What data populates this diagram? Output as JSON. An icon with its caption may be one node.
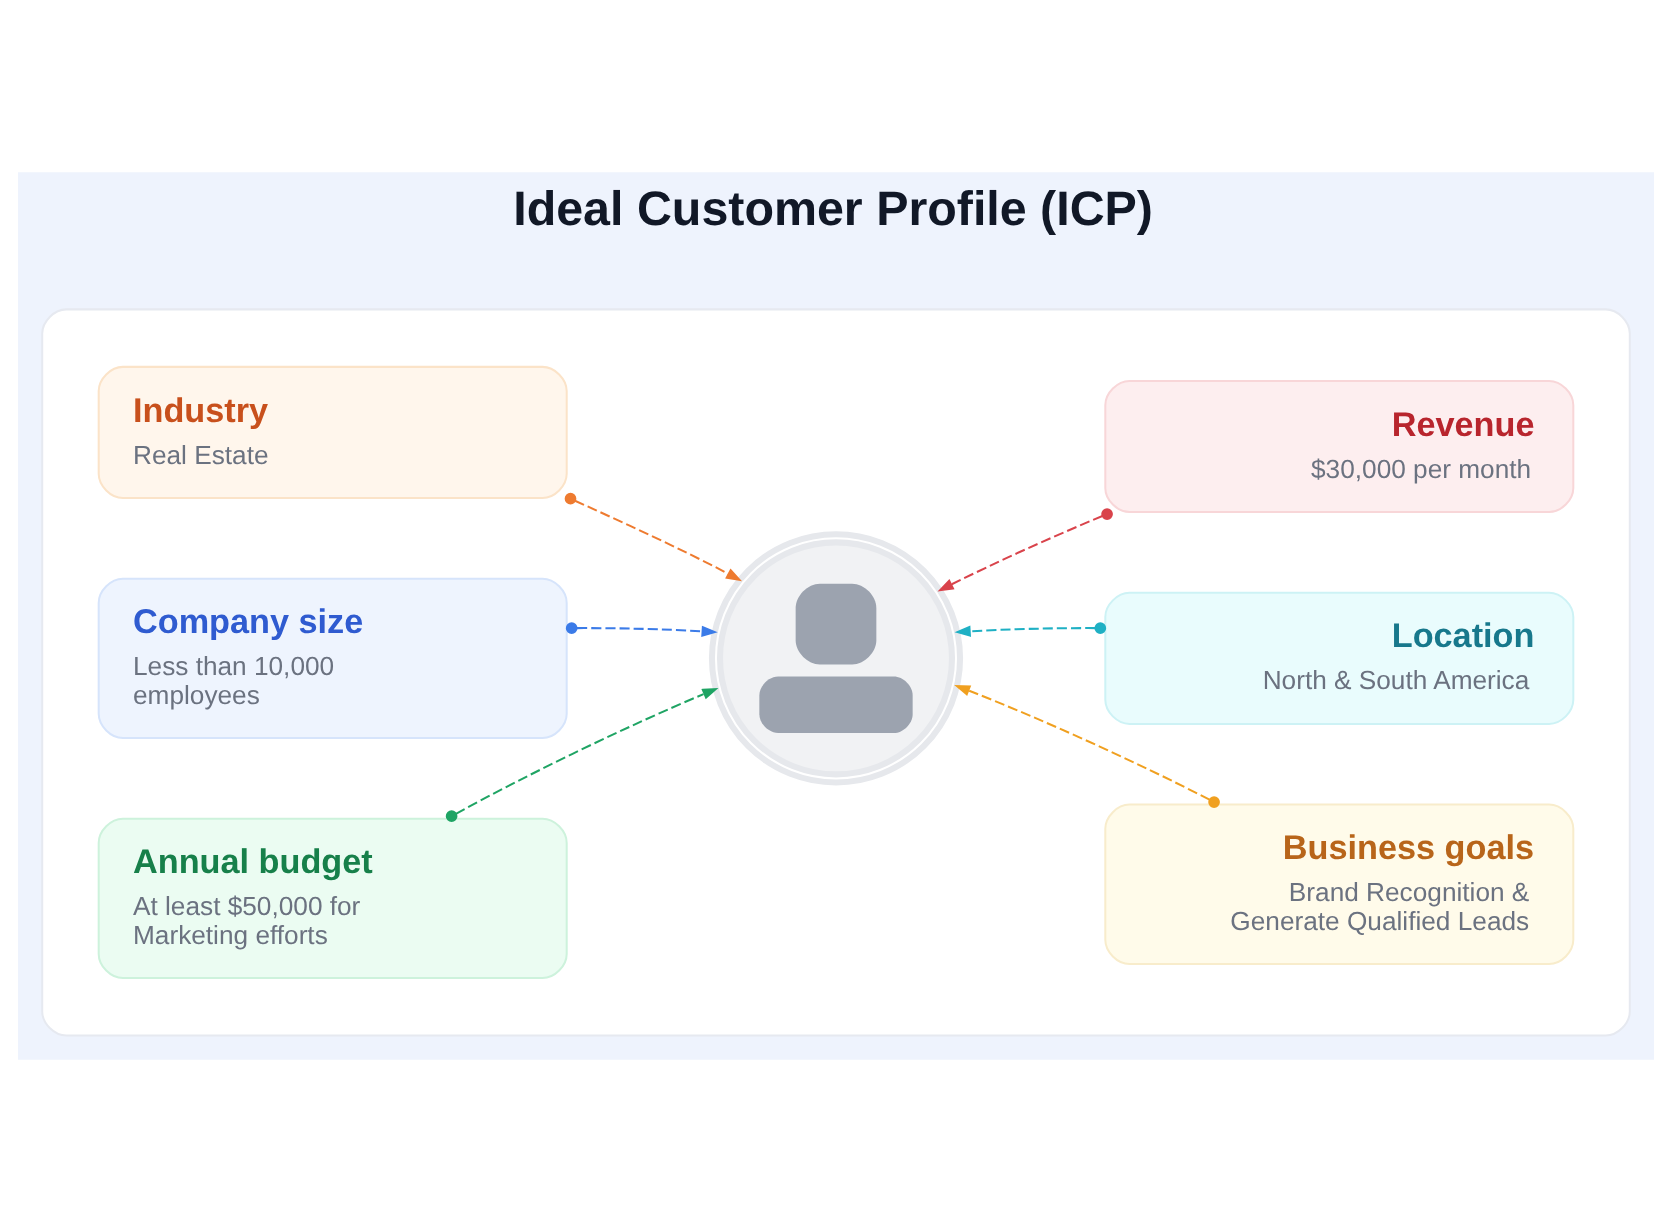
{
  "diagram": {
    "title": "Ideal Customer Profile (ICP)",
    "nodes": [
      {
        "text": [],
        "shape": "box"
      },
      {
        "text": [
          "Industry",
          "Real Estate"
        ],
        "in": 0
      },
      {
        "text": [
          "Revenue",
          "$30,000 per month"
        ],
        "in": 0
      },
      {
        "text": [
          "Company size",
          "Less than 10,000 employees"
        ],
        "in": 0
      },
      {
        "text": [],
        "shape": "person",
        "in": 0
      },
      {
        "text": [
          "Location",
          "North & South America"
        ],
        "in": 0
      },
      {
        "text": [
          "Annual budget",
          "At least $50,000 for Marketing efforts"
        ],
        "in": 0
      },
      {
        "text": [
          "Business goals",
          "Brand Recognition & Generate Qualified Leads"
        ],
        "in": 0
      }
    ],
    "edges": [
      {
        "from": 1,
        "to": 4,
        "arrow": "to",
        "style": "dashed",
        "color": "#ee7b30"
      },
      {
        "from": 2,
        "to": 4,
        "arrow": "to",
        "style": "dashed",
        "color": "#d9434b"
      },
      {
        "from": 3,
        "to": 4,
        "arrow": "to",
        "style": "dashed",
        "color": "#3b7be8"
      },
      {
        "from": 5,
        "to": 4,
        "arrow": "to",
        "style": "dashed",
        "color": "#1fb0c4"
      },
      {
        "from": 6,
        "to": 4,
        "arrow": "to",
        "style": "dashed",
        "color": "#1fa464"
      },
      {
        "from": 7,
        "to": 4,
        "arrow": "to",
        "style": "dashed",
        "color": "#f0a020"
      }
    ]
  }
}
